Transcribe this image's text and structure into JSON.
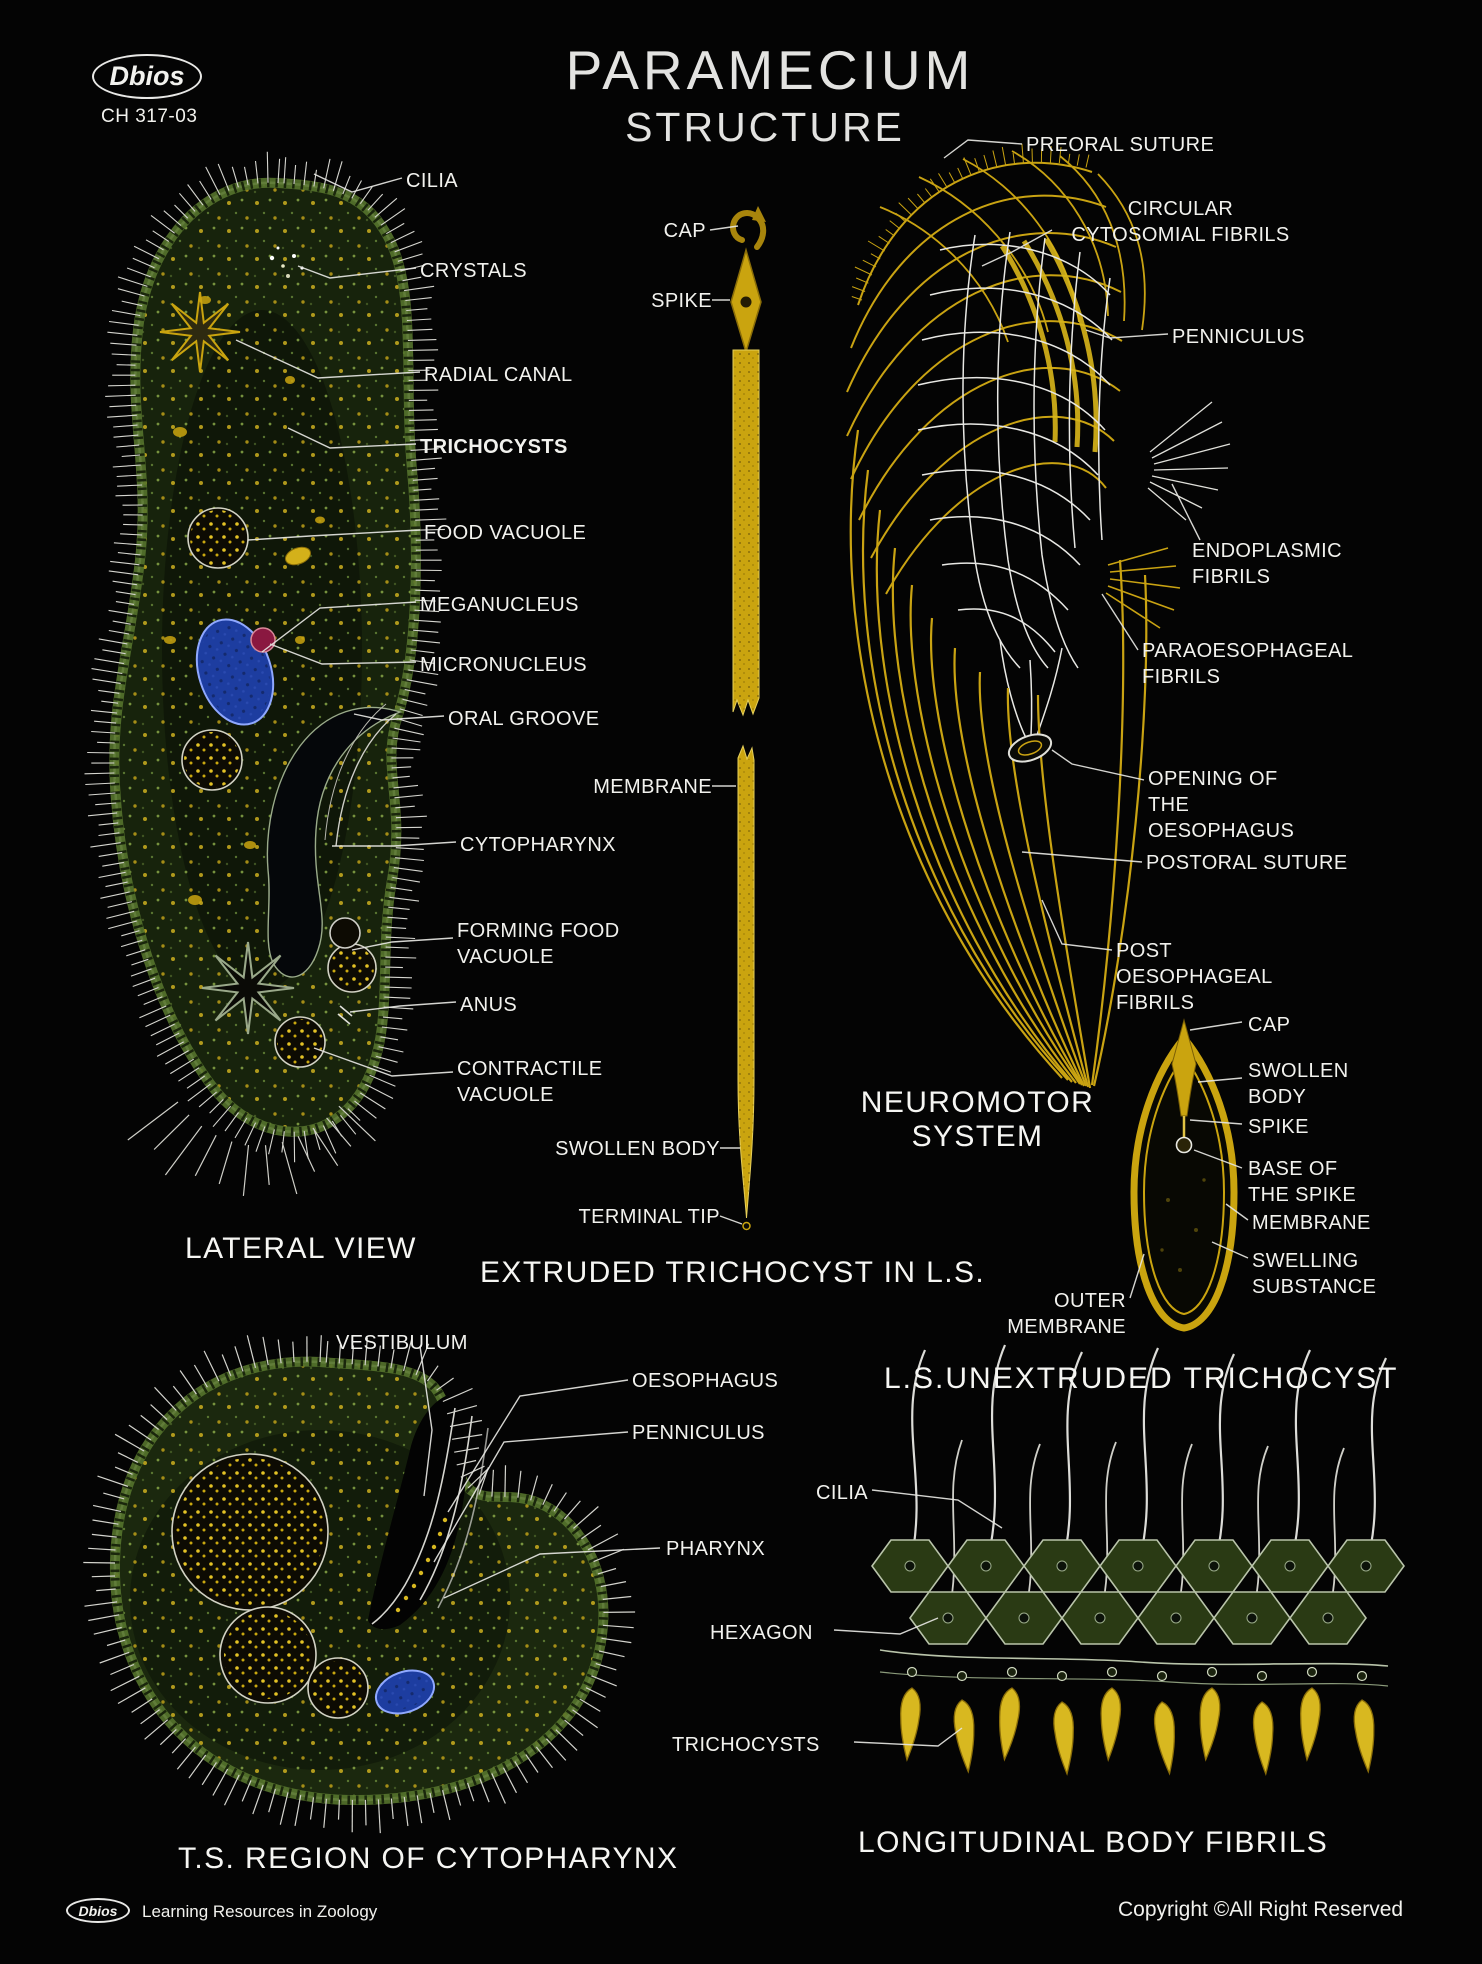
{
  "header": {
    "brand": "Dbios",
    "code": "CH 317-03",
    "title": "PARAMECIUM",
    "subtitle": "STRUCTURE"
  },
  "lateral_view": {
    "caption": "LATERAL VIEW",
    "labels": {
      "cilia": "CILIA",
      "crystals": "CRYSTALS",
      "radial_canal": "RADIAL CANAL",
      "trichocysts": "TRICHOCYSTS",
      "food_vacuole": "FOOD VACUOLE",
      "meganucleus": "MEGANUCLEUS",
      "micronucleus": "MICRONUCLEUS",
      "oral_groove": "ORAL GROOVE",
      "cytopharynx": "CYTOPHARYNX",
      "forming_food_vacuole": "FORMING FOOD VACUOLE",
      "anus": "ANUS",
      "contractile_vacuole": "CONTRACTILE VACUOLE"
    }
  },
  "extruded_trichocyst": {
    "caption": "EXTRUDED TRICHOCYST IN L.S.",
    "labels": {
      "cap": "CAP",
      "spike": "SPIKE",
      "membrane": "MEMBRANE",
      "swollen_body": "SWOLLEN BODY",
      "terminal_tip": "TERMINAL TIP"
    }
  },
  "neuromotor_system": {
    "caption": "NEUROMOTOR SYSTEM",
    "labels": {
      "preoral_suture": "PREORAL SUTURE",
      "circular_cytosomial_fibrils": "CIRCULAR CYTOSOMIAL FIBRILS",
      "penniculus": "PENNICULUS",
      "endoplasmic_fibrils": "ENDOPLASMIC FIBRILS",
      "paraoesophageal_fibrils": "PARAOESOPHAGEAL FIBRILS",
      "opening_of_the_oesophagus": "OPENING OF THE OESOPHAGUS",
      "postoral_suture": "POSTORAL SUTURE",
      "post_oesophageal_fibrils": "POST OESOPHAGEAL FIBRILS"
    }
  },
  "unextruded_trichocyst": {
    "caption": "L.S.UNEXTRUDED TRICHOCYST",
    "labels": {
      "cap": "CAP",
      "swollen_body": "SWOLLEN BODY",
      "spike": "SPIKE",
      "base_of_the_spike": "BASE OF THE SPIKE",
      "membrane": "MEMBRANE",
      "swelling_substance": "SWELLING SUBSTANCE",
      "outer_membrane": "OUTER MEMBRANE"
    }
  },
  "ts_cytopharynx": {
    "caption": "T.S. REGION OF CYTOPHARYNX",
    "labels": {
      "vestibulum": "VESTIBULUM",
      "oesophagus": "OESOPHAGUS",
      "penniculus": "PENNICULUS",
      "pharynx": "PHARYNX"
    }
  },
  "longitudinal_fibrils": {
    "caption": "LONGITUDINAL BODY FIBRILS",
    "labels": {
      "cilia": "CILIA",
      "hexagon": "HEXAGON",
      "trichocysts": "TRICHOCYSTS"
    }
  },
  "footer": {
    "brand": "Dbios",
    "tagline": "Learning Resources in Zoology",
    "copyright": "Copyright ©All Right Reserved"
  },
  "colors": {
    "background": "#040404",
    "label_text": "#f2f2ee",
    "gold": "#c9a312",
    "body_green": "#3c5420",
    "leader_line": "#e6e6e2",
    "nucleus_blue": "#1d3da0"
  }
}
